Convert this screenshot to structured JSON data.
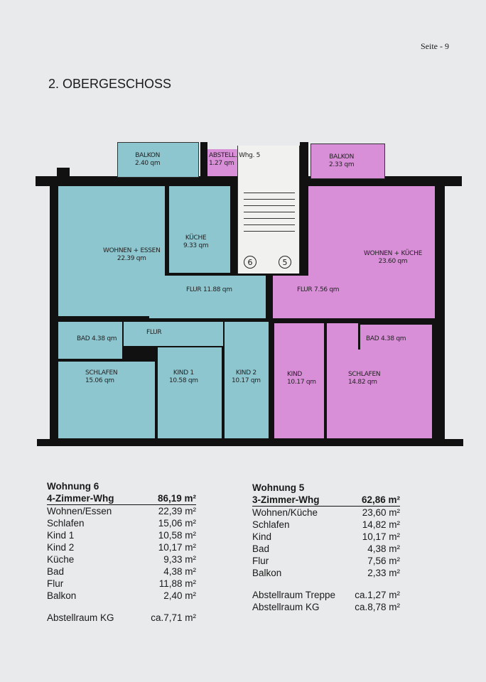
{
  "page_label": "Seite - 9",
  "title": "2. OBERGESCHOSS",
  "plan": {
    "unit6_label": "6",
    "unit5_label": "5",
    "rooms": [
      {
        "name": "BALKON",
        "area": "2.40 qm"
      },
      {
        "name": "ABSTELL. Whg. 5",
        "area": "1.27 qm"
      },
      {
        "name": "BALKON",
        "area": "2.33 qm"
      },
      {
        "name": "WOHNEN + ESSEN",
        "area": "22.39 qm"
      },
      {
        "name": "KÜCHE",
        "area": "9.33 qm"
      },
      {
        "name": "FLUR",
        "area": "11.88 qm"
      },
      {
        "name": "FLUR",
        "area": "7.56 qm"
      },
      {
        "name": "WOHNEN + KÜCHE",
        "area": "23.60 qm"
      },
      {
        "name": "BAD",
        "area": "4.38 qm"
      },
      {
        "name": "FLUR",
        "area": ""
      },
      {
        "name": "SCHLAFEN",
        "area": "15.06 qm"
      },
      {
        "name": "KIND 1",
        "area": "10.58 qm"
      },
      {
        "name": "KIND 2",
        "area": "10.17 qm"
      },
      {
        "name": "KIND",
        "area": "10.17 qm"
      },
      {
        "name": "BAD",
        "area": "4.38 qm"
      },
      {
        "name": "SCHLAFEN",
        "area": "14.82 qm"
      }
    ]
  },
  "colors": {
    "unit6": "#8ec6cf",
    "unit5": "#d98ed8",
    "paper": "#e8eaeb"
  },
  "unit6": {
    "heading": "Wohnung 6",
    "type": "4-Zimmer-Whg",
    "total": "86,19 m²",
    "rows": [
      {
        "label": "Wohnen/Essen",
        "value": "22,39 m²"
      },
      {
        "label": "Schlafen",
        "value": "15,06 m²"
      },
      {
        "label": "Kind 1",
        "value": "10,58 m²"
      },
      {
        "label": "Kind 2",
        "value": "10,17 m²"
      },
      {
        "label": "Küche",
        "value": "9,33 m²"
      },
      {
        "label": "Bad",
        "value": "4,38 m²"
      },
      {
        "label": "Flur",
        "value": "11,88 m²"
      },
      {
        "label": "Balkon",
        "value": "2,40 m²"
      }
    ],
    "extras": [
      {
        "label": "Abstellraum KG",
        "value": "ca.7,71 m²"
      }
    ]
  },
  "unit5": {
    "heading": "Wohnung 5",
    "type": "3-Zimmer-Whg",
    "total": "62,86 m²",
    "rows": [
      {
        "label": "Wohnen/Küche",
        "value": "23,60 m²"
      },
      {
        "label": "Schlafen",
        "value": "14,82 m²"
      },
      {
        "label": "Kind",
        "value": "10,17 m²"
      },
      {
        "label": "Bad",
        "value": "4,38 m²"
      },
      {
        "label": "Flur",
        "value": "7,56 m²"
      },
      {
        "label": "Balkon",
        "value": "2,33 m²"
      }
    ],
    "extras": [
      {
        "label": "Abstellraum Treppe",
        "value": "ca.1,27 m²"
      },
      {
        "label": "Abstellraum KG",
        "value": "ca.8,78 m²"
      }
    ]
  }
}
